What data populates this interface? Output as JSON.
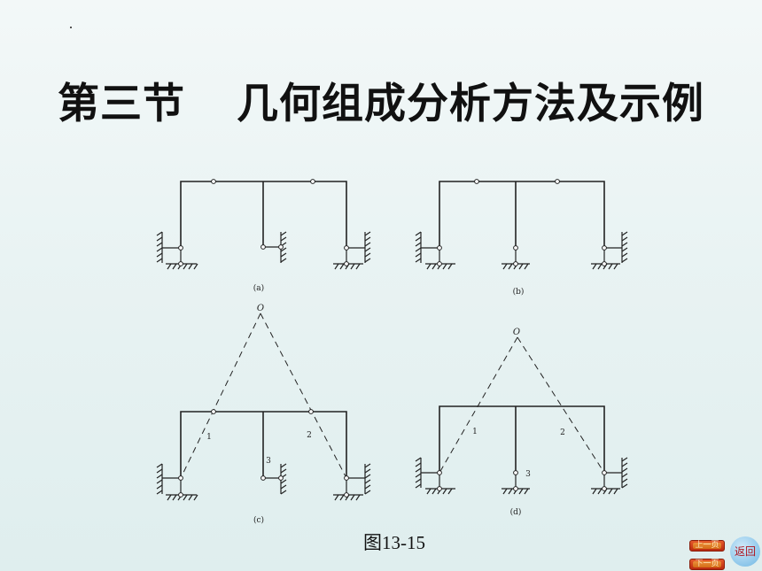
{
  "title": {
    "part1": "第三节",
    "part2": "几何组成分析方法及示例"
  },
  "figures": {
    "a": {
      "label": "(a)"
    },
    "b": {
      "label": "(b)"
    },
    "c": {
      "label": "(c)",
      "point_o": "O",
      "hinge_1": "1",
      "hinge_2": "2",
      "support_3": "3"
    },
    "d": {
      "label": "(d)",
      "point_o": "O",
      "hinge_1": "1",
      "hinge_2": "2",
      "support_3": "3"
    }
  },
  "caption": "图13-15",
  "nav": {
    "prev_label": "上一页",
    "next_label": "下一页",
    "back_label": "返回"
  },
  "colors": {
    "nav_red": "#c8361a",
    "back_blue": "#8cc6ea",
    "ink": "#111111"
  }
}
